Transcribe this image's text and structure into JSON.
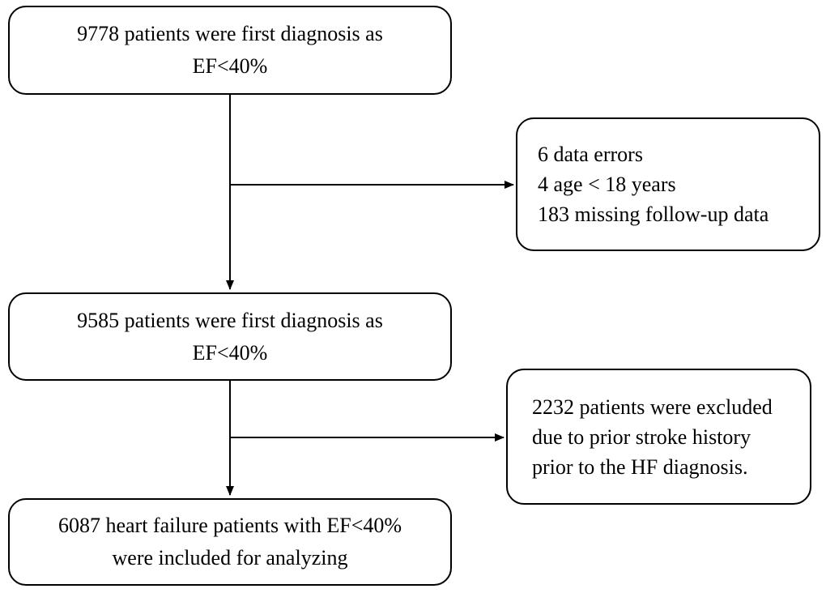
{
  "colors": {
    "background": "#ffffff",
    "box_border": "#000000",
    "box_fill": "#ffffff",
    "text": "#000000",
    "arrow": "#000000"
  },
  "boxes": {
    "initial": {
      "line1": "9778 patients were first diagnosis as",
      "line2": "EF<40%"
    },
    "exclusion1": {
      "line1": "6 data errors",
      "line2": "4 age < 18 years",
      "line3": "183 missing follow-up data"
    },
    "cohort2": {
      "line1": "9585 patients were first diagnosis as",
      "line2": "EF<40%"
    },
    "exclusion2": {
      "line1": "2232 patients were excluded",
      "line2": "due to prior stroke history",
      "line3": "prior to the HF diagnosis."
    },
    "final": {
      "line1": "6087 heart failure patients with EF<40%",
      "line2": "were included for analyzing"
    }
  }
}
